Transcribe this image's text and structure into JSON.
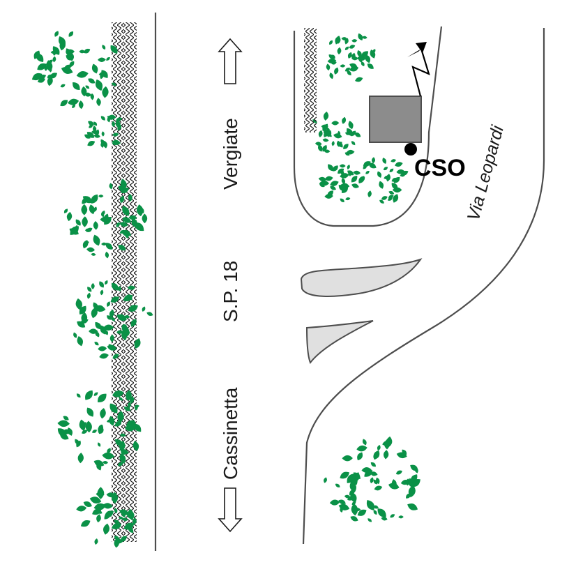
{
  "labels": {
    "north_town": "Vergiate",
    "road_name": "S.P. 18",
    "south_town": "Cassinetta",
    "station": "CSO",
    "street": "Via Leopardi"
  },
  "colors": {
    "vegetation": "#0a9147",
    "building": "#8c8c8c",
    "island": "#e0e0e0",
    "road_line": "#4d4d4d",
    "text": "#1a1a1a"
  },
  "icons": {
    "direction_up": "outline-arrow-up-icon",
    "direction_down": "outline-arrow-down-icon",
    "antenna": "lightning-antenna-icon",
    "station_point": "station-dot-icon",
    "tree": "tree-canopy-icon",
    "fence": "hedge-fence-icon"
  }
}
